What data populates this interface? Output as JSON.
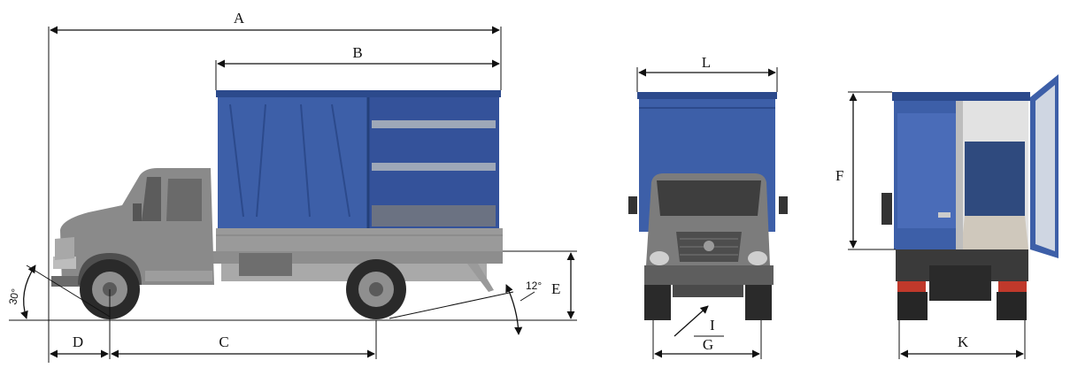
{
  "labels": {
    "A": "A",
    "B": "B",
    "C": "C",
    "D": "D",
    "E": "E",
    "F": "F",
    "G": "G",
    "I": "I",
    "K": "K",
    "L": "L"
  },
  "angles": {
    "approach": "30°",
    "departure": "12°"
  },
  "colors": {
    "cargo_blue": "#3d5fa8",
    "cargo_blue_dark": "#2c4a8c",
    "cab_gray": "#8a8a8a",
    "cab_gray_dark": "#5a5a5a",
    "tire": "#2a2a2a",
    "frame": "#9a9a9a",
    "red_light": "#c0392b",
    "dimension_line": "#111111"
  }
}
